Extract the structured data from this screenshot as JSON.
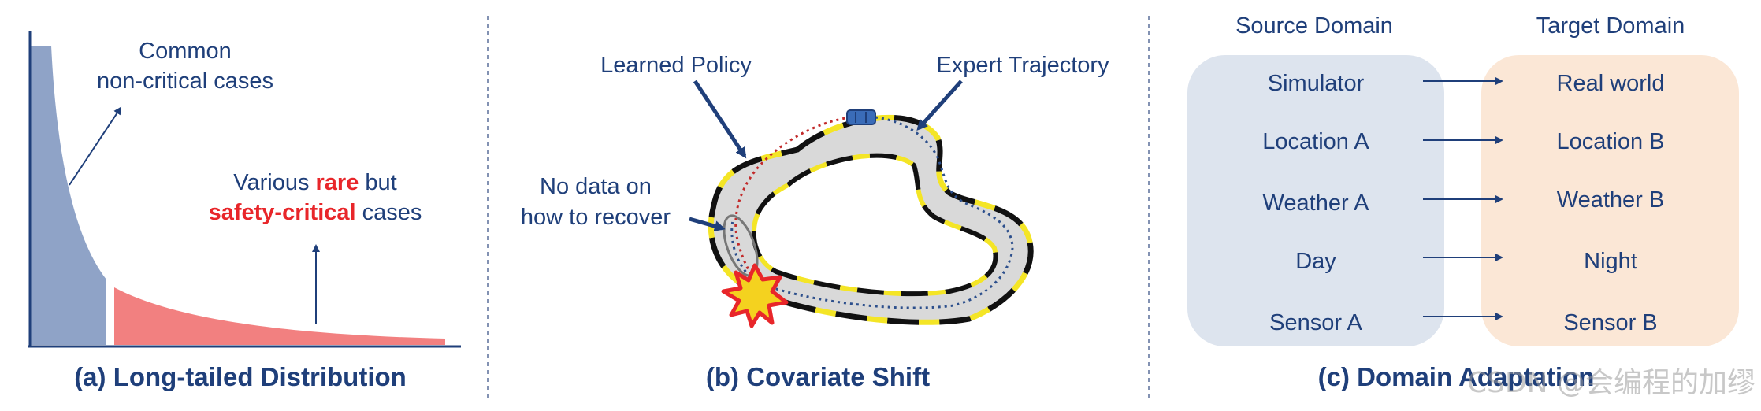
{
  "panel_a": {
    "caption": "(a) Long-tailed Distribution",
    "common_line1": "Common",
    "common_line2": "non-critical cases",
    "rare_prefix": "Various ",
    "rare_word": "rare",
    "rare_suffix": " but",
    "safety_word": "safety-critical",
    "cases_word": " cases"
  },
  "panel_b": {
    "caption": "(b) Covariate Shift",
    "learned_policy": "Learned Policy",
    "expert_trajectory": "Expert Trajectory",
    "no_data_line1": "No data on",
    "no_data_line2": "how to recover"
  },
  "panel_c": {
    "caption": "(c) Domain Adaptation",
    "source_header": "Source Domain",
    "target_header": "Target Domain",
    "pairs": [
      {
        "source": "Simulator",
        "target": "Real world"
      },
      {
        "source": "Location A",
        "target": "Location B"
      },
      {
        "source": "Weather A",
        "target": "Weather B"
      },
      {
        "source": "Day",
        "target": "Night"
      },
      {
        "source": "Sensor A",
        "target": "Sensor B"
      }
    ]
  },
  "watermark": "CSDN @会编程的加缪",
  "colors": {
    "text": "#1f3f7a",
    "head_fill": "#8fa3c7",
    "tail_fill": "#f28080",
    "emphasis": "#e8262a",
    "source_box": "#dde4ee",
    "target_box": "#fbe7d6",
    "curb_yellow": "#f4e526"
  }
}
